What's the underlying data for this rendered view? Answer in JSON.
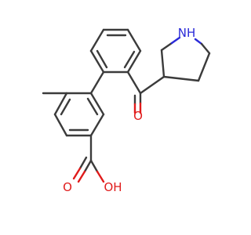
{
  "molecule": {
    "atom_labels": {
      "nitrogen_h": "NH",
      "ketone_o": "O",
      "acid_o": "O",
      "acid_oh": "OH"
    },
    "colors": {
      "bond": "#3b3b3b",
      "oxygen": "#e01b1b",
      "nitrogen": "#2a2ad8",
      "background": "#ffffff"
    }
  }
}
